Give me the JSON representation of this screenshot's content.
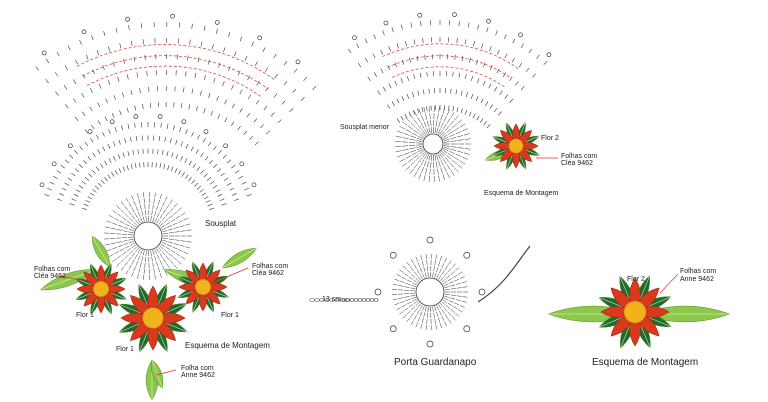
{
  "labels": {
    "sousplat": "Sousplat",
    "sousplat_menor": "Sousplat menor",
    "flor1_a": "Flor 1",
    "flor1_b": "Flor 1",
    "flor1_c": "Flor 1",
    "flor2_a": "Flor 2",
    "flor2_b": "Flor 2",
    "folhas_cleia_1": "Folhas com",
    "folhas_cleia_1b": "Cléa 9462",
    "folhas_cleia_2": "Folhas com",
    "folhas_cleia_2b": "Cléa 9462",
    "folhas_cleia_3": "Folhas com",
    "folhas_cleia_3b": "Cléa 9462",
    "folha_anne_1": "Folha com",
    "folha_anne_1b": "Anne 9462",
    "folhas_anne_2": "Folhas com",
    "folhas_anne_2b": "Anne 9462",
    "esquema_1": "Esquema de Montagem",
    "esquema_2": "Esquema de Montagem",
    "esquema_3": "Esquema de Montagem",
    "porta_guardanapo": "Porta Guardanapo",
    "cm13": "13 cm"
  },
  "colors": {
    "petal": "#d83a1e",
    "petal_dark": "#a82214",
    "center": "#f2b21b",
    "leaf_dark": "#1f6b2c",
    "leaf_light": "#8cc84a",
    "stitch": "#333333",
    "accent_red": "#e0302a"
  }
}
